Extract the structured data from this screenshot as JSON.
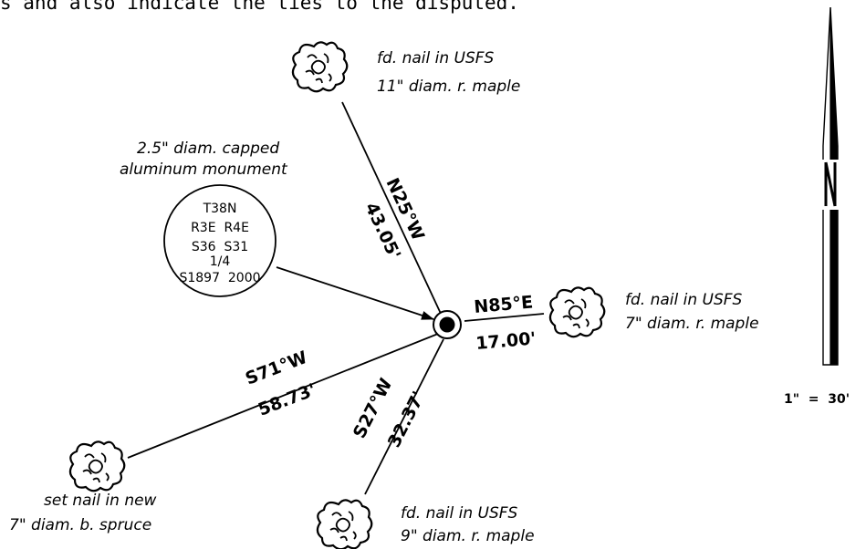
{
  "header_text": "s and also indicate the ties to the disputed.",
  "monument": {
    "description_line1": "2.5\" diam. capped",
    "description_line2": "aluminum monument",
    "stamp_lines": [
      "T38N",
      "R3E  R4E",
      "S36  S31",
      "1/4",
      "S1897  2000"
    ]
  },
  "ties": [
    {
      "id": "north",
      "bearing": "N25°W",
      "distance": "43.05'",
      "label_line1": "fd. nail in USFS",
      "label_line2": "11\" diam. r. maple"
    },
    {
      "id": "east",
      "bearing": "N85°E",
      "distance": "17.00'",
      "label_line1": "fd. nail in USFS",
      "label_line2": "7\" diam. r. maple"
    },
    {
      "id": "southwest",
      "bearing": "S71°W",
      "distance": "58.73'",
      "label_line1": "set nail in new",
      "label_line2": "7\" diam. b. spruce"
    },
    {
      "id": "south",
      "bearing": "S27°W",
      "distance": "32.37'",
      "label_line1": "fd. nail in USFS",
      "label_line2": "9\" diam. r. maple"
    }
  ],
  "north_arrow": {
    "label": "N"
  },
  "scale_text": "1\"  =  30'"
}
